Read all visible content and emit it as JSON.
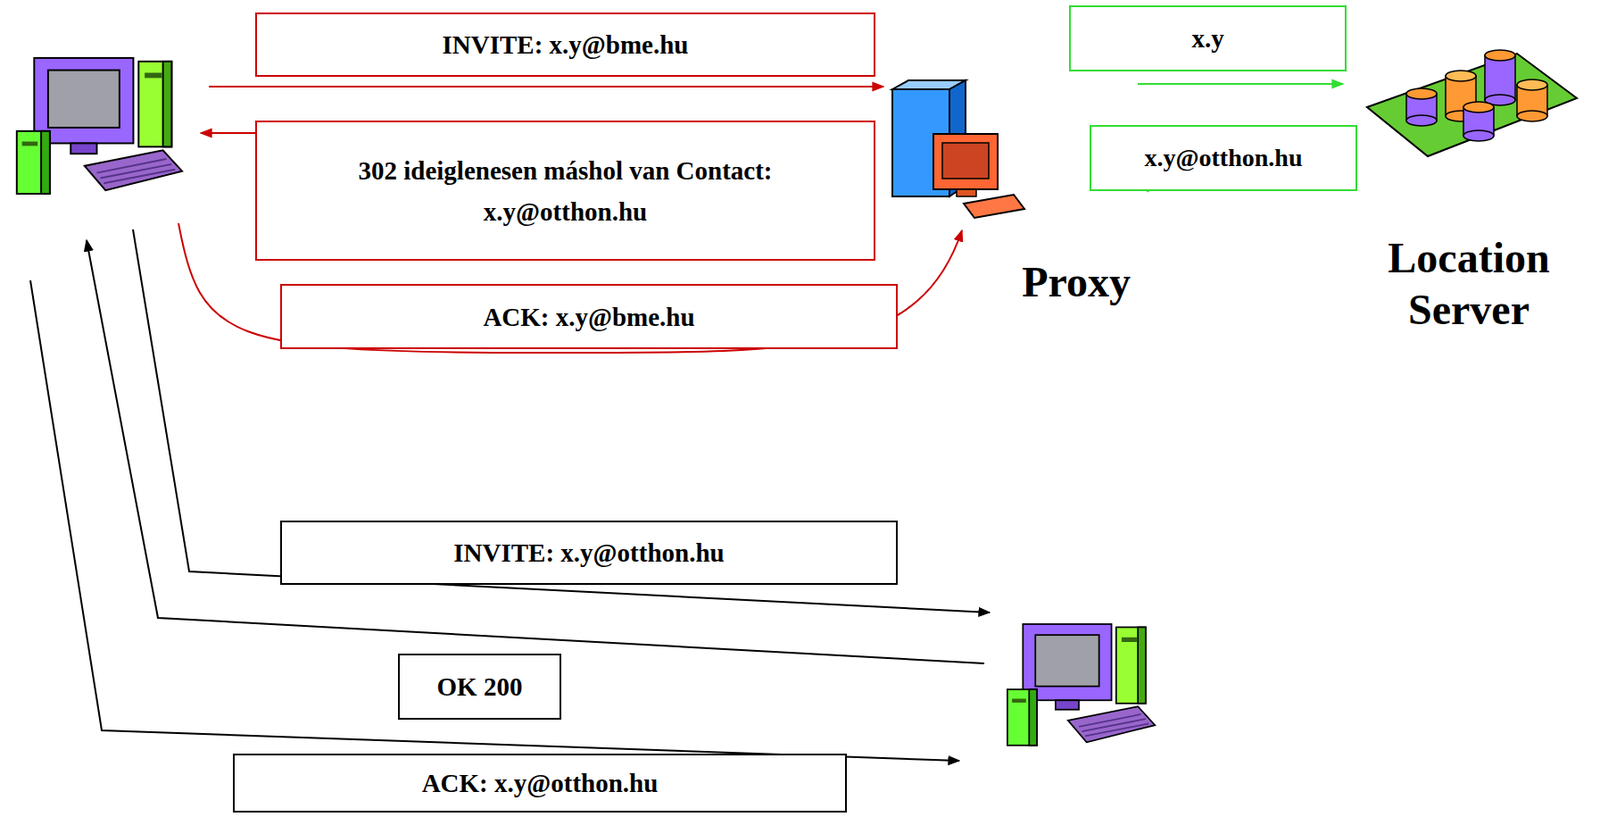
{
  "diagram": {
    "nodes": [
      {
        "text": [
          "Proxy"
        ]
      },
      {
        "text": [
          "Location Server"
        ]
      },
      {
        "text": [
          "INVITE: x.y@bme.hu"
        ]
      },
      {
        "text": [
          "302 ideiglenesen máshol van Contact: x.y@otthon.hu"
        ]
      },
      {
        "text": [
          "ACK: x.y@bme.hu"
        ]
      },
      {
        "text": [
          "x.y"
        ]
      },
      {
        "text": [
          "x.y@otthon.hu"
        ]
      },
      {
        "text": [
          "INVITE: x.y@otthon.hu"
        ]
      },
      {
        "text": [
          "OK 200"
        ]
      },
      {
        "text": [
          "ACK: x.y@otthon.hu"
        ]
      }
    ],
    "edges": [
      {
        "from": 0,
        "to": 1,
        "arrow": "to"
      },
      {
        "from": 1,
        "to": 0,
        "arrow": "to"
      }
    ]
  }
}
